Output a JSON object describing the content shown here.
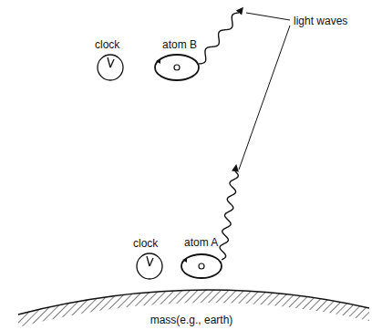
{
  "diagram": {
    "labels": [
      "atom B",
      "clock",
      "light waves",
      "clock",
      "atom A",
      "mass(e.g., earth)"
    ]
  }
}
